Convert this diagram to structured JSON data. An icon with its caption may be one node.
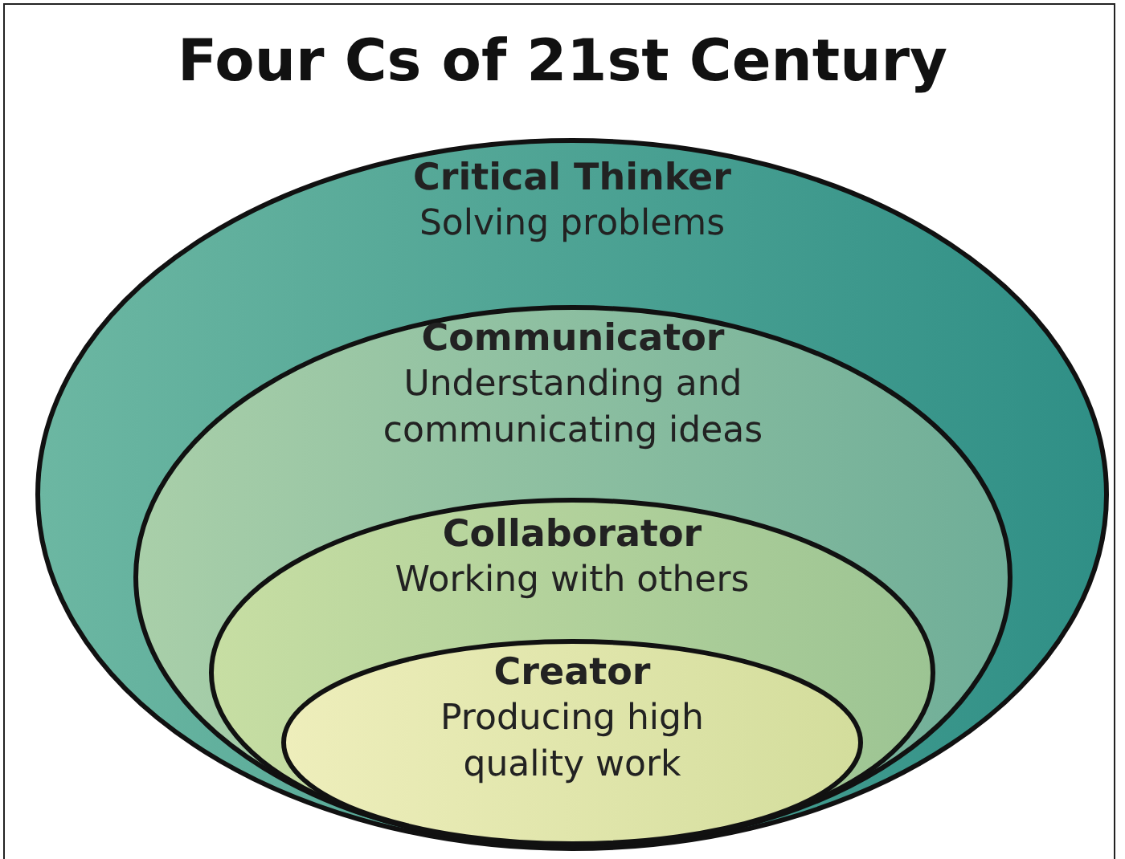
{
  "diagram": {
    "title": "Four Cs of 21st Century",
    "nodes": [
      {
        "text": [
          "Critical Thinker",
          "Solving problems"
        ]
      },
      {
        "text": [
          "Communicator",
          "Understanding and communicating ideas"
        ],
        "in": 0
      },
      {
        "text": [
          "Collaborator",
          "Working with others"
        ],
        "in": 1
      },
      {
        "text": [
          "Creator",
          "Producing high quality work"
        ],
        "in": 2
      }
    ]
  }
}
